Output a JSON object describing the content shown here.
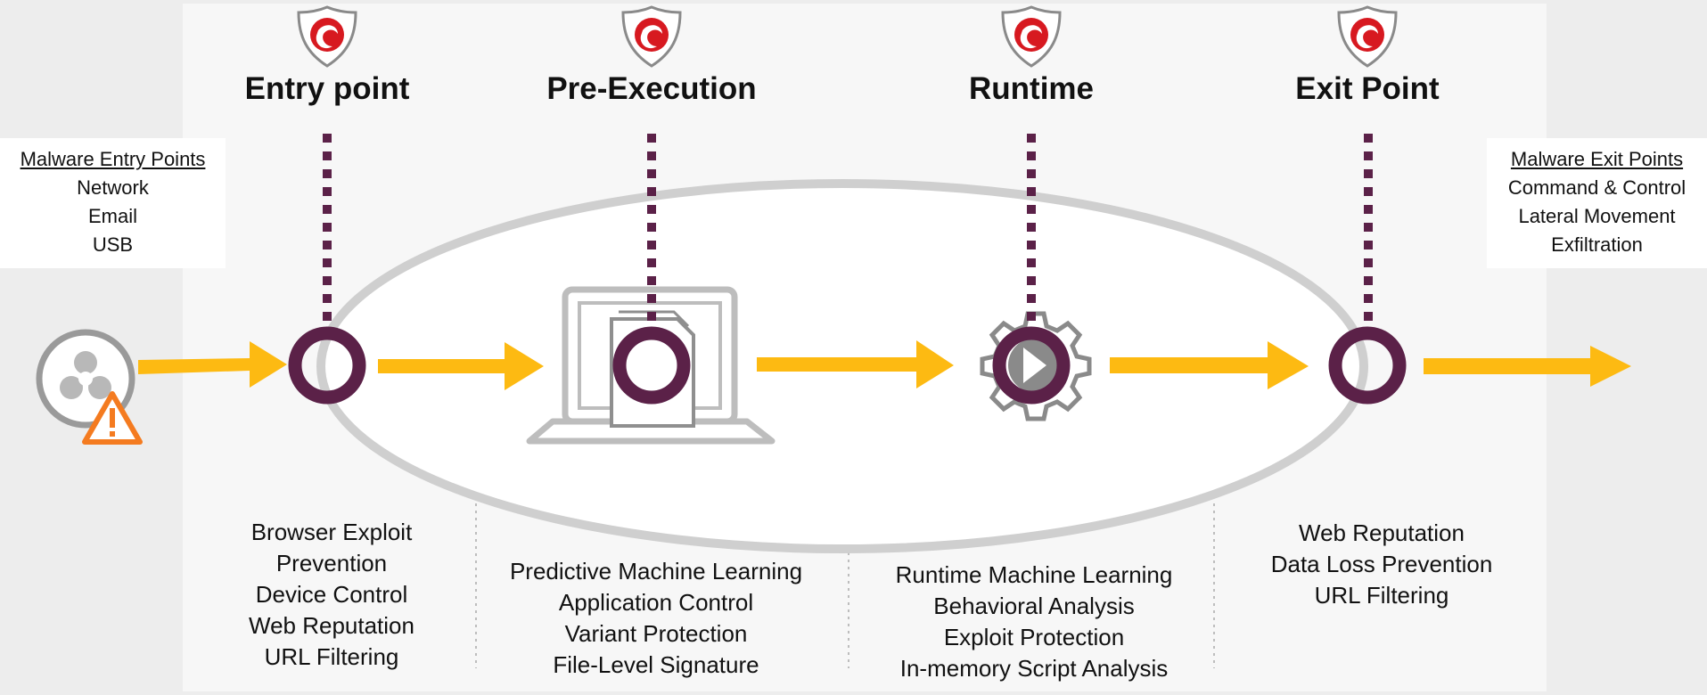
{
  "stages": [
    {
      "title": "Entry point"
    },
    {
      "title": "Pre-Execution"
    },
    {
      "title": "Runtime"
    },
    {
      "title": "Exit Point"
    }
  ],
  "entry_box": {
    "heading": "Malware Entry Points",
    "items": [
      "Network",
      "Email",
      "USB"
    ]
  },
  "exit_box": {
    "heading": "Malware Exit Points",
    "items": [
      "Command & Control",
      "Lateral Movement",
      "Exfiltration"
    ]
  },
  "features": {
    "entry": [
      "Browser Exploit",
      "Prevention",
      "Device Control",
      "Web Reputation",
      "URL Filtering"
    ],
    "pre_execution": [
      "Predictive Machine Learning",
      "Application Control",
      "Variant Protection",
      "File-Level Signature"
    ],
    "runtime": [
      "Runtime Machine Learning",
      "Behavioral Analysis",
      "Exploit Protection",
      "In-memory Script Analysis"
    ],
    "exit": [
      "Web Reputation",
      "Data Loss Prevention",
      "URL Filtering"
    ]
  },
  "colors": {
    "arrow": "#FDBA12",
    "node": "#5B2148",
    "shield_red": "#D71920",
    "ellipse": "#cfcfcf",
    "warning": "#F47B20"
  },
  "icons": {
    "shield": "shield-icon",
    "biohazard": "biohazard-icon",
    "warning": "warning-icon",
    "laptop": "laptop-icon",
    "document": "document-icon",
    "gear_play": "gear-play-icon"
  }
}
